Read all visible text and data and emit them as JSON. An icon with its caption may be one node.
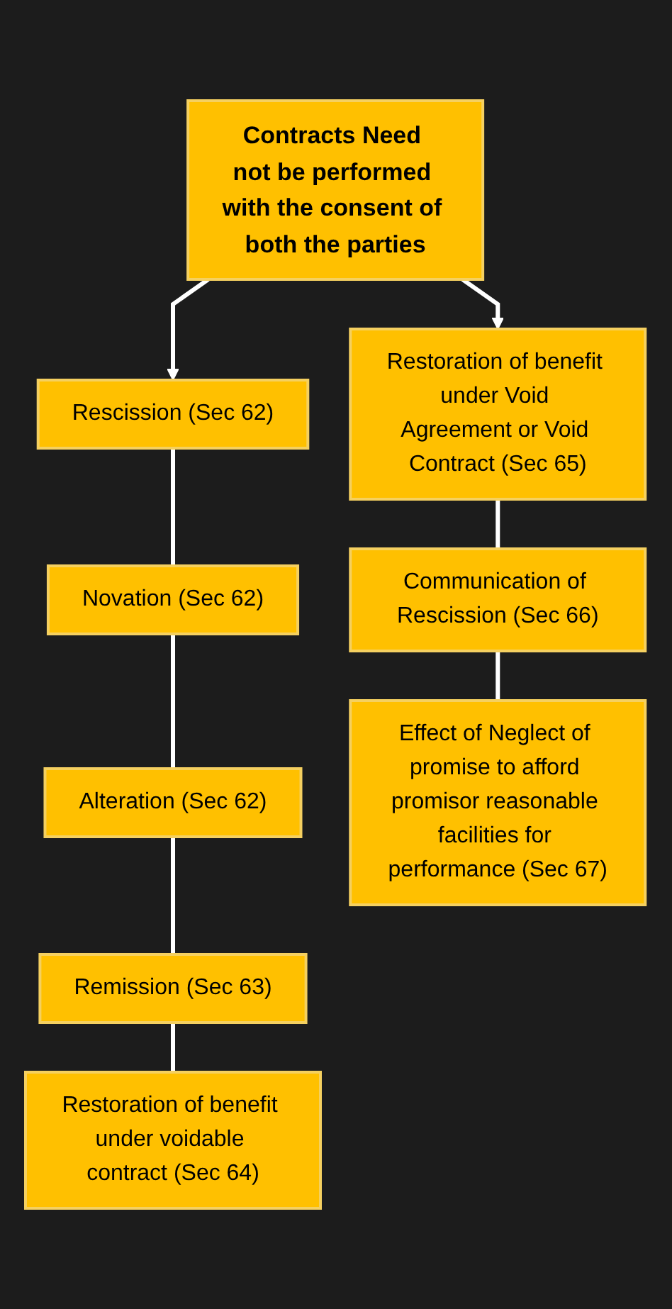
{
  "diagram": {
    "nodes": [
      {
        "text": [
          "Contracts Need not be performed with the consent of both the parties"
        ]
      },
      {
        "text": [
          "Rescission (Sec 62)"
        ]
      },
      {
        "text": [
          "Novation (Sec 62)"
        ]
      },
      {
        "text": [
          "Alteration (Sec 62)"
        ]
      },
      {
        "text": [
          "Remission (Sec 63)"
        ]
      },
      {
        "text": [
          "Restoration of benefit under voidable contract (Sec 64)"
        ]
      },
      {
        "text": [
          "Restoration of benefit under Void Agreement or Void Contract (Sec 65)"
        ]
      },
      {
        "text": [
          "Communication of Rescission (Sec 66)"
        ]
      },
      {
        "text": [
          "Effect of Neglect of promise to afford promisor reasonable facilities for performance (Sec 67)"
        ]
      }
    ],
    "edges": [
      {
        "from": 0,
        "to": 1,
        "arrow": "to"
      },
      {
        "from": 0,
        "to": 6,
        "arrow": "to"
      },
      {
        "from": 1,
        "to": 2,
        "arrow": "none"
      },
      {
        "from": 2,
        "to": 3,
        "arrow": "none"
      },
      {
        "from": 3,
        "to": 4,
        "arrow": "none"
      },
      {
        "from": 4,
        "to": 5,
        "arrow": "none"
      },
      {
        "from": 6,
        "to": 7,
        "arrow": "none"
      },
      {
        "from": 7,
        "to": 8,
        "arrow": "none"
      }
    ]
  }
}
